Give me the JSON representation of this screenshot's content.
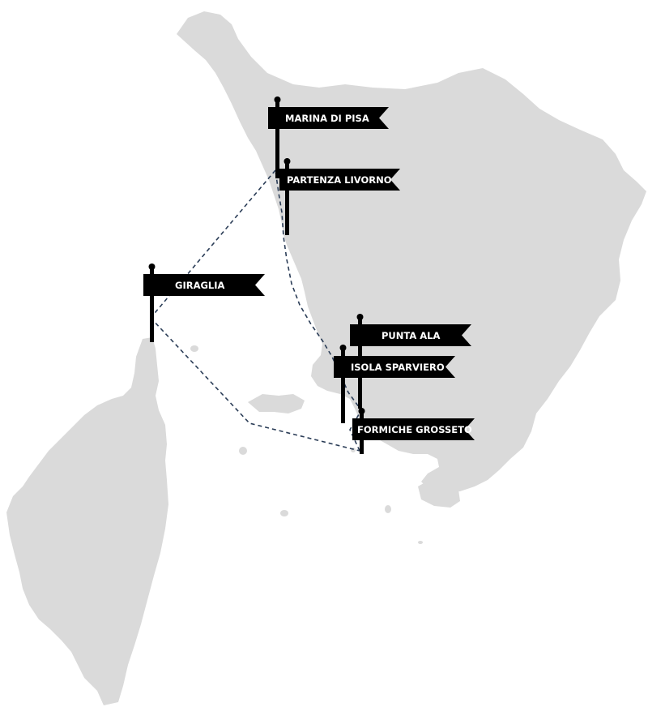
{
  "map": {
    "markers": [
      {
        "id": "marina-di-pisa",
        "label": "MARINA DI PISA"
      },
      {
        "id": "partenza-livorno",
        "label": "PARTENZA LIVORNO"
      },
      {
        "id": "giraglia",
        "label": "GIRAGLIA"
      },
      {
        "id": "punta-ala",
        "label": "PUNTA ALA"
      },
      {
        "id": "isola-sparviero",
        "label": "ISOLA SPARVIERO"
      },
      {
        "id": "formiche-grosseto",
        "label": "FORMICHE GROSSETO"
      }
    ],
    "colors": {
      "land": "#dadada",
      "route": "#2b3d57",
      "flag": "#000000",
      "flag_text": "#ffffff"
    },
    "icons": [
      "flag-icon"
    ]
  }
}
